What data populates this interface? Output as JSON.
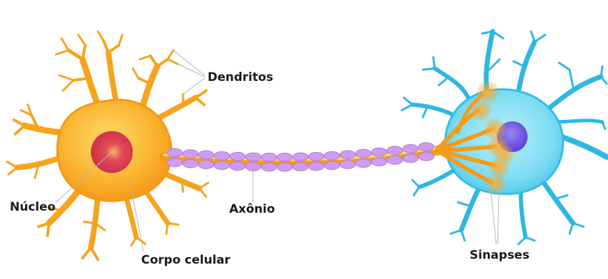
{
  "labels": {
    "dendrites": "Dendritos",
    "nucleus": "Núcleo",
    "axon": "Axônio",
    "cell_body": "Corpo celular",
    "synapses": "Sinapses"
  },
  "colors": {
    "neuron_orange": "#f9a41c",
    "neuron_light": "#fdd25a",
    "nucleus_red": "#d83a4e",
    "myelin_purple": "#cf9cf0",
    "target_cyan": "#7ddcf2",
    "target_dark": "#2fb7e3",
    "target_nucleus": "#6a4ee0"
  }
}
